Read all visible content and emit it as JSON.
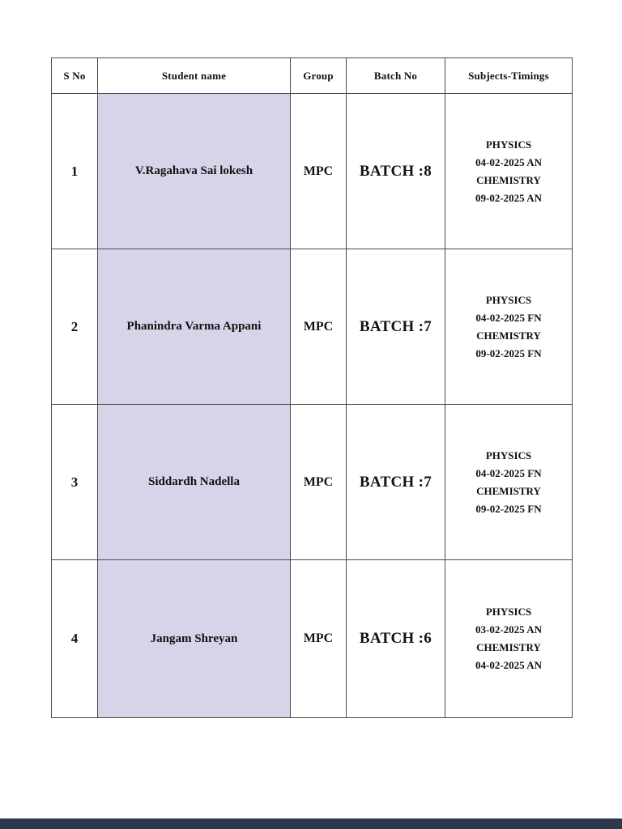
{
  "colors": {
    "page_bg": "#ffffff",
    "table_border": "#4b4b4b",
    "name_column_bg": "#d7d3e8",
    "viewer_bar": "#2b3a4a"
  },
  "table": {
    "headers": [
      "S No",
      "Student name",
      "Group",
      "Batch No",
      "Subjects-Timings"
    ],
    "rows": [
      {
        "s_no": "1",
        "student_name": "V.Ragahava Sai lokesh",
        "group": "MPC",
        "batch_no": "BATCH :8",
        "subjects": [
          "PHYSICS",
          "04-02-2025 AN",
          "CHEMISTRY",
          "09-02-2025 AN"
        ]
      },
      {
        "s_no": "2",
        "student_name": "Phanindra Varma Appani",
        "group": "MPC",
        "batch_no": "BATCH :7",
        "subjects": [
          "PHYSICS",
          "04-02-2025 FN",
          "CHEMISTRY",
          "09-02-2025 FN"
        ]
      },
      {
        "s_no": "3",
        "student_name": "Siddardh Nadella",
        "group": "MPC",
        "batch_no": "BATCH :7",
        "subjects": [
          "PHYSICS",
          "04-02-2025 FN",
          "CHEMISTRY",
          "09-02-2025 FN"
        ]
      },
      {
        "s_no": "4",
        "student_name": "Jangam Shreyan",
        "group": "MPC",
        "batch_no": "BATCH :6",
        "subjects": [
          "PHYSICS",
          "03-02-2025 AN",
          "CHEMISTRY",
          "04-02-2025 AN"
        ]
      }
    ]
  }
}
